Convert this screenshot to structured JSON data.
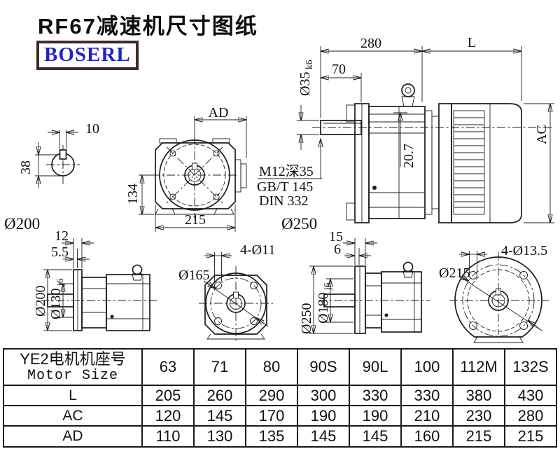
{
  "title": "RF67减速机尺寸图纸",
  "logo": {
    "text": "BOSERL"
  },
  "colors": {
    "logo_text": "#2323cb",
    "logo_border": "#41292b",
    "ink": "#1c1c1c"
  },
  "drawing": {
    "shaft_section": {
      "keyway_width": "10",
      "key_height": "38",
      "label": "Ø200"
    },
    "gearbox_front": {
      "dim_ad": "AD",
      "dim_center_height": "134",
      "dim_width": "215"
    },
    "assembly_side": {
      "dim_gear_unit_length": "280",
      "dim_motor_length": "L",
      "dim_shaft_length": "70",
      "shaft_dia": "Ø35",
      "shaft_dia_tol": "k6",
      "dim_key_depth": "20.7",
      "dim_motor_dia": "AC",
      "thread_note_1": "M12深35",
      "thread_note_2": "GB/T 145",
      "thread_note_3": "DIN 332",
      "flange_label": "Ø250"
    },
    "output_side_b14": {
      "dim_flange_thk": "12",
      "dim_spigot_len": "5.5",
      "flange_dia": "Ø200",
      "spigot_dia": "Ø130",
      "spigot_tol": "j6"
    },
    "output_front_b14": {
      "dim_holes": "4-Ø11",
      "bolt_circle": "Ø165"
    },
    "output_side_b5": {
      "dim_flange_thk": "15",
      "dim_spigot_len": "6",
      "flange_dia": "Ø250",
      "spigot_dia": "Ø180",
      "spigot_tol": "j6"
    },
    "output_front_b5": {
      "dim_holes": "4-Ø13.5",
      "bolt_circle": "Ø215"
    }
  },
  "table": {
    "header": {
      "cn": "YE2电机机座号",
      "en": "Motor Size"
    },
    "sizes": [
      "63",
      "71",
      "80",
      "90S",
      "90L",
      "100",
      "112M",
      "132S"
    ],
    "rows": [
      {
        "label": "L",
        "values": [
          "205",
          "260",
          "290",
          "300",
          "330",
          "330",
          "380",
          "430"
        ]
      },
      {
        "label": "AC",
        "values": [
          "120",
          "145",
          "170",
          "190",
          "190",
          "210",
          "230",
          "280"
        ]
      },
      {
        "label": "AD",
        "values": [
          "110",
          "130",
          "135",
          "145",
          "145",
          "160",
          "215",
          "215"
        ]
      }
    ]
  }
}
